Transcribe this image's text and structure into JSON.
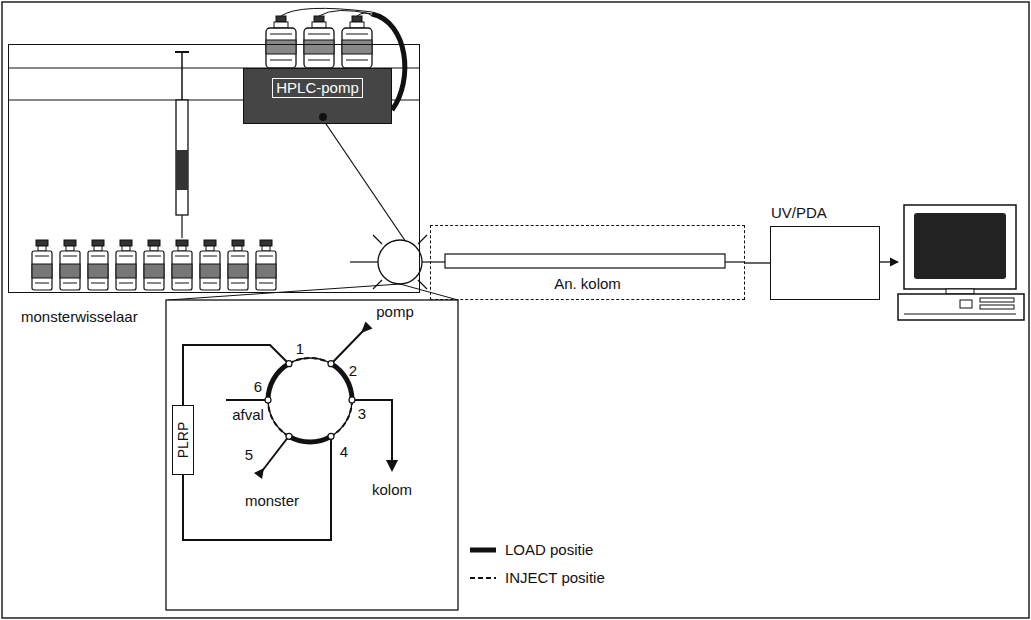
{
  "diagram": {
    "nodes": [
      {
        "text": [
          "monsterwisselaar"
        ]
      },
      {
        "text": [
          "HPLC-pomp"
        ]
      },
      {
        "text": [
          "An. kolom"
        ]
      },
      {
        "text": [
          "UV/PDA"
        ]
      },
      {
        "text": [
          "PLRP"
        ]
      }
    ],
    "edges": [
      {
        "from": 2,
        "to": 3,
        "arrow": "none"
      }
    ],
    "labels": [
      "1",
      "2",
      "3",
      "4",
      "5",
      "6",
      "pomp",
      "afval",
      "monster",
      "kolom"
    ],
    "legend": [
      {
        "text": "LOAD positie"
      },
      {
        "text": "INJECT positie"
      }
    ]
  }
}
